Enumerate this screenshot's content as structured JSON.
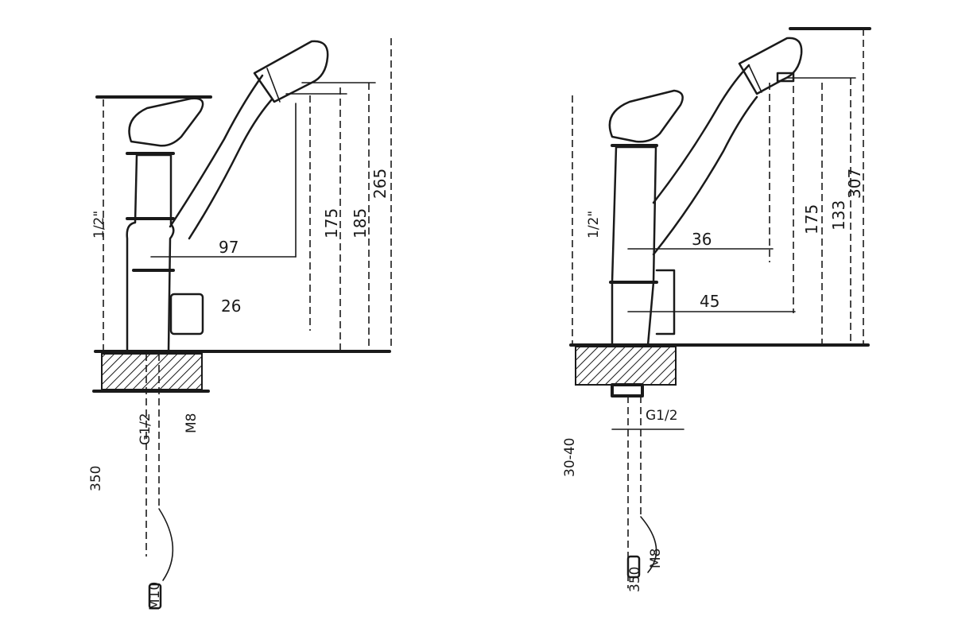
{
  "left_view": {
    "dim_height_total": "265",
    "dim_spout_height": "175",
    "dim_outlet_height": "185",
    "dim_reach": "97",
    "dim_base": "26",
    "dim_shank": "1/2\"",
    "dim_thread": "G1/2",
    "dim_hose_len": "350",
    "dim_hose_a": "M10",
    "dim_hose_b": "M8"
  },
  "right_view": {
    "dim_height_total": "307",
    "dim_spout_height": "175",
    "dim_outlet_height": "133",
    "dim_reach_upper": "36",
    "dim_reach_lower": "45",
    "dim_shank": "1/2\"",
    "dim_thread": "G1/2",
    "dim_counter": "30-40",
    "dim_hose_len": "350",
    "dim_hose_a": "M8"
  }
}
